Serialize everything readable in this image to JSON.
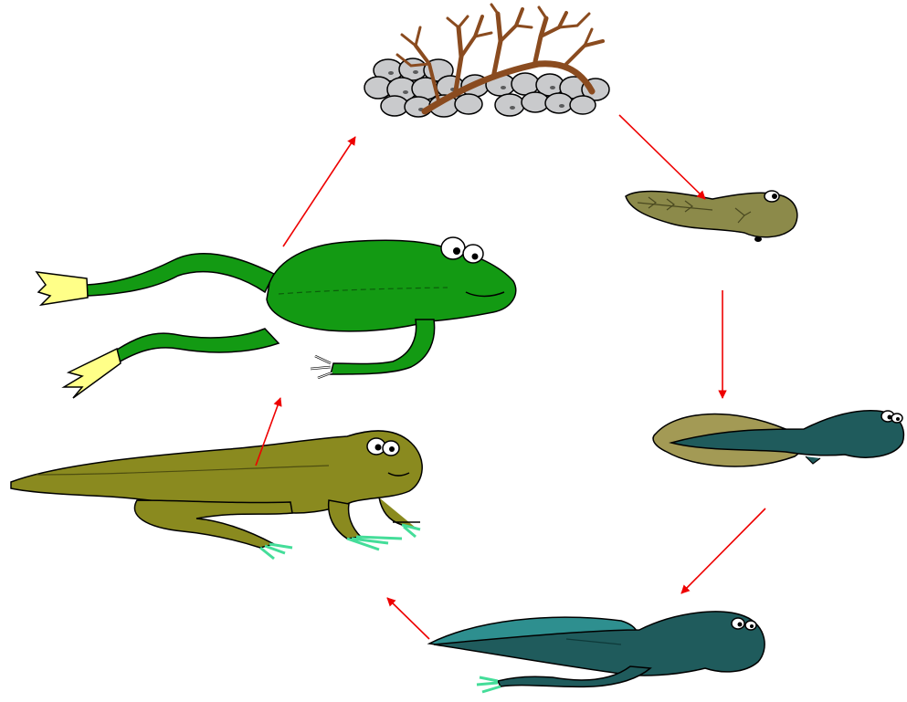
{
  "diagram": {
    "type": "life-cycle",
    "subject": "frog",
    "stage_order": [
      "eggs",
      "tadpole",
      "tadpole-with-long-tail",
      "tadpole-with-legs",
      "froglet",
      "adult-frog"
    ],
    "colors": {
      "background": "#ffffff",
      "arrow": "#ee0000",
      "outline": "#000000",
      "egg": "#c9cacc",
      "egg_dark": "#7d7e80",
      "plant": "#8a4b1f",
      "tadpole_olive": "#8c8a4a",
      "tadpole_teal": "#1f5b5c",
      "tail_fin": "#a39a55",
      "fin_teal": "#2e8f8f",
      "froglet": "#8a8a1f",
      "frog_green": "#139a13",
      "webbing_yellow": "#ffff88",
      "toe_mint": "#44dd99",
      "eye_white": "#ffffff"
    }
  }
}
